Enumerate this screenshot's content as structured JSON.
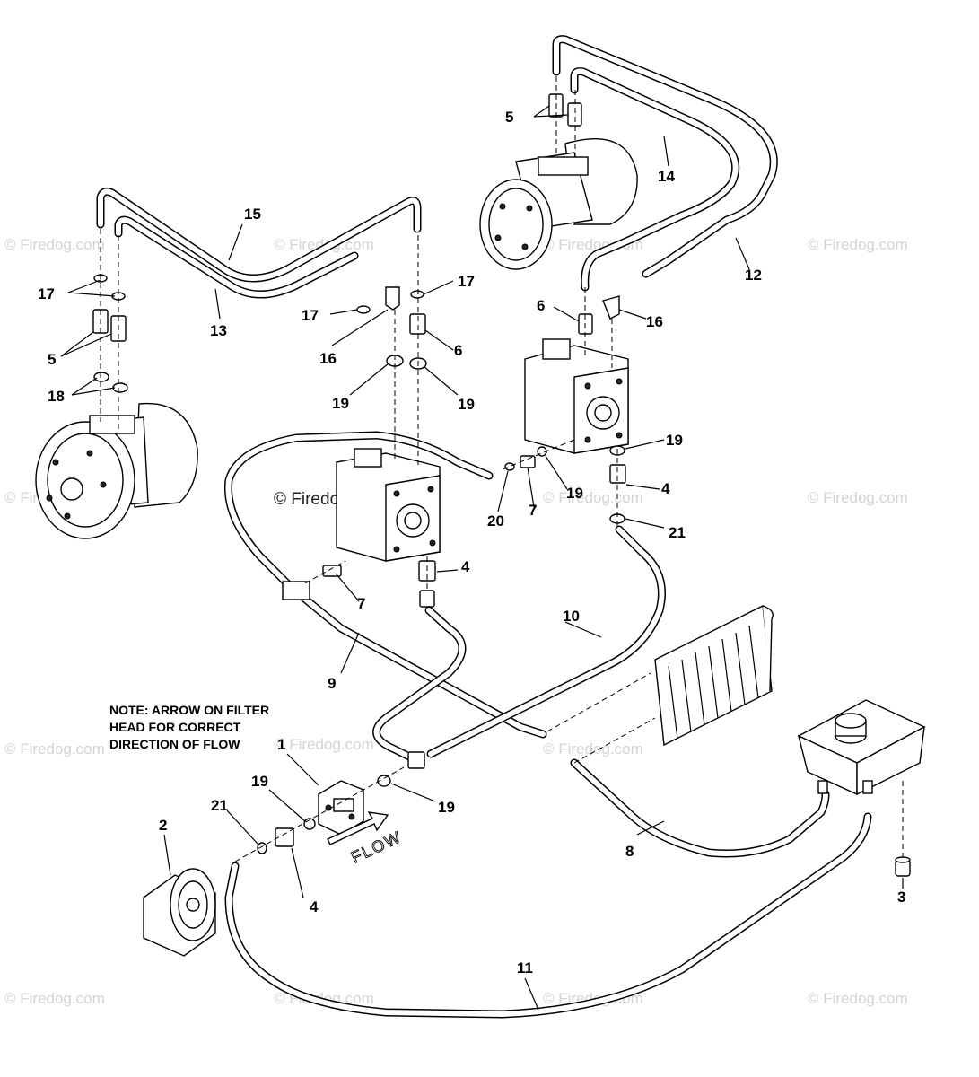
{
  "watermark": {
    "text": "© Firedog.com",
    "main_text": "© Firedog.com"
  },
  "note": {
    "lines": [
      "NOTE: ARROW ON FILTER",
      "HEAD FOR CORRECT",
      "DIRECTION OF FLOW"
    ]
  },
  "flow_label": "FLOW",
  "callouts": [
    {
      "id": "c1",
      "label": "1"
    },
    {
      "id": "c2",
      "label": "2"
    },
    {
      "id": "c3",
      "label": "3"
    },
    {
      "id": "c4a",
      "label": "4"
    },
    {
      "id": "c4b",
      "label": "4"
    },
    {
      "id": "c4c",
      "label": "4"
    },
    {
      "id": "c5a",
      "label": "5"
    },
    {
      "id": "c5b",
      "label": "5"
    },
    {
      "id": "c6a",
      "label": "6"
    },
    {
      "id": "c6b",
      "label": "6"
    },
    {
      "id": "c7a",
      "label": "7"
    },
    {
      "id": "c7b",
      "label": "7"
    },
    {
      "id": "c8",
      "label": "8"
    },
    {
      "id": "c9",
      "label": "9"
    },
    {
      "id": "c10",
      "label": "10"
    },
    {
      "id": "c11",
      "label": "11"
    },
    {
      "id": "c12",
      "label": "12"
    },
    {
      "id": "c13",
      "label": "13"
    },
    {
      "id": "c14",
      "label": "14"
    },
    {
      "id": "c15",
      "label": "15"
    },
    {
      "id": "c16a",
      "label": "16"
    },
    {
      "id": "c16b",
      "label": "16"
    },
    {
      "id": "c17a",
      "label": "17"
    },
    {
      "id": "c17b",
      "label": "17"
    },
    {
      "id": "c17c",
      "label": "17"
    },
    {
      "id": "c18",
      "label": "18"
    },
    {
      "id": "c19a",
      "label": "19"
    },
    {
      "id": "c19b",
      "label": "19"
    },
    {
      "id": "c19c",
      "label": "19"
    },
    {
      "id": "c19d",
      "label": "19"
    },
    {
      "id": "c19e",
      "label": "19"
    },
    {
      "id": "c19f",
      "label": "19"
    },
    {
      "id": "c20",
      "label": "20"
    },
    {
      "id": "c21a",
      "label": "21"
    },
    {
      "id": "c21b",
      "label": "21"
    }
  ]
}
